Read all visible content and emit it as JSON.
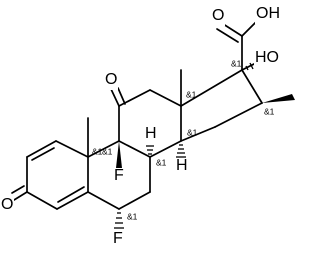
{
  "molecule": {
    "atoms": [
      {
        "id": "O_acid_dbl",
        "label": "O"
      },
      {
        "id": "OH_acid",
        "label": "OH"
      },
      {
        "id": "OH_17",
        "label": "HO"
      },
      {
        "id": "O_11",
        "label": "O"
      },
      {
        "id": "F_9",
        "label": "F"
      },
      {
        "id": "H_8",
        "label": "H"
      },
      {
        "id": "H_14",
        "label": "H"
      },
      {
        "id": "O_3",
        "label": "O"
      },
      {
        "id": "F_6",
        "label": "F"
      }
    ],
    "stereo_labels": [
      {
        "id": "s17",
        "label": "&1"
      },
      {
        "id": "s16",
        "label": "&1"
      },
      {
        "id": "s13",
        "label": "&1"
      },
      {
        "id": "s14",
        "label": "&1"
      },
      {
        "id": "s10",
        "label": "&1"
      },
      {
        "id": "s9",
        "label": "&1"
      },
      {
        "id": "s8",
        "label": "&1"
      },
      {
        "id": "s6",
        "label": "&1"
      }
    ]
  }
}
